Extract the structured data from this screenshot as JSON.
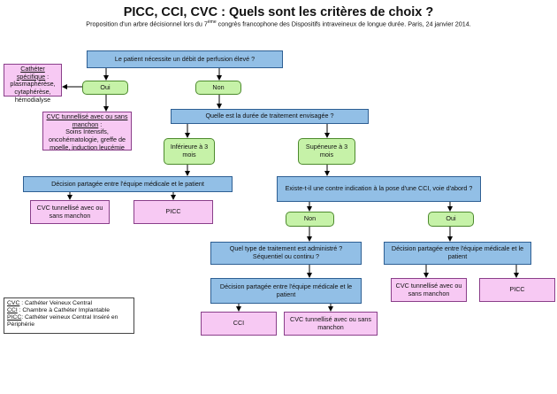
{
  "header": {
    "title": "PICC, CCI, CVC : Quels sont les critères de choix ?",
    "subtitle_pre": "Proposition d'un arbre décisionnel lors du 7",
    "subtitle_sup": "ème",
    "subtitle_post": " congrès francophone des Dispositifs intraveineux de longue durée. Paris, 24 janvier 2014."
  },
  "nodes": {
    "q_debit": "Le patient nécessite un débit de perfusion élevé ?",
    "oui_1": "Oui",
    "non_1": "Non",
    "specific_title": "Cathéter spécifique",
    "specific_colon": " :",
    "specific_body": "plasmaphérèse, cytaphérèse, hémodialyse",
    "cvc_title": "CVC tunnellisé avec ou sans manchon",
    "cvc_colon": " :",
    "cvc_body": "Soins Intensifs, oncohématologie, greffe de moelle, induction leucémie",
    "q_duree": "Quelle est la durée de traitement envisagée ?",
    "inf_3": "Inférieure à 3 mois",
    "sup_3": "Supéneure à 3 mois",
    "decision_left": "Décision partagée entre l'équipe médicale et le patient",
    "q_contre": "Existe-t-il une contre indication à la pose d'une CCI, voie d'abord ?",
    "res_cvc_left": "CVC tunnellisé avec ou sans manchon",
    "res_picc_left": "PICC",
    "non_2": "Non",
    "oui_2": "Oui",
    "q_type": "Quel type de traitement est administré ? Séquentiel ou continu ?",
    "decision_right": "Décision partagée entre l'équipe médicale et le patient",
    "decision_mid": "Décision partagée entre l'équipe médicale et le patient",
    "res_cvc_right": "CVC tunnellisé avec ou sans manchon",
    "res_picc_right": "PICC",
    "res_cci": "CCI",
    "res_cvc_mid": "CVC tunnellisé avec ou sans manchon"
  },
  "legend": [
    {
      "abbr": "CVC",
      "text": " : Cathéter Veineux Central"
    },
    {
      "abbr": "CCI",
      "text": " : Chambre à Cathéter Implantable"
    },
    {
      "abbr": "PICC",
      "text": ": Cathéter veineux Central Inséré en Périphérie"
    }
  ],
  "colors": {
    "question_fill": "#92bfe6",
    "answer_fill": "#c6f2a8",
    "result_fill": "#f7c9f3"
  }
}
